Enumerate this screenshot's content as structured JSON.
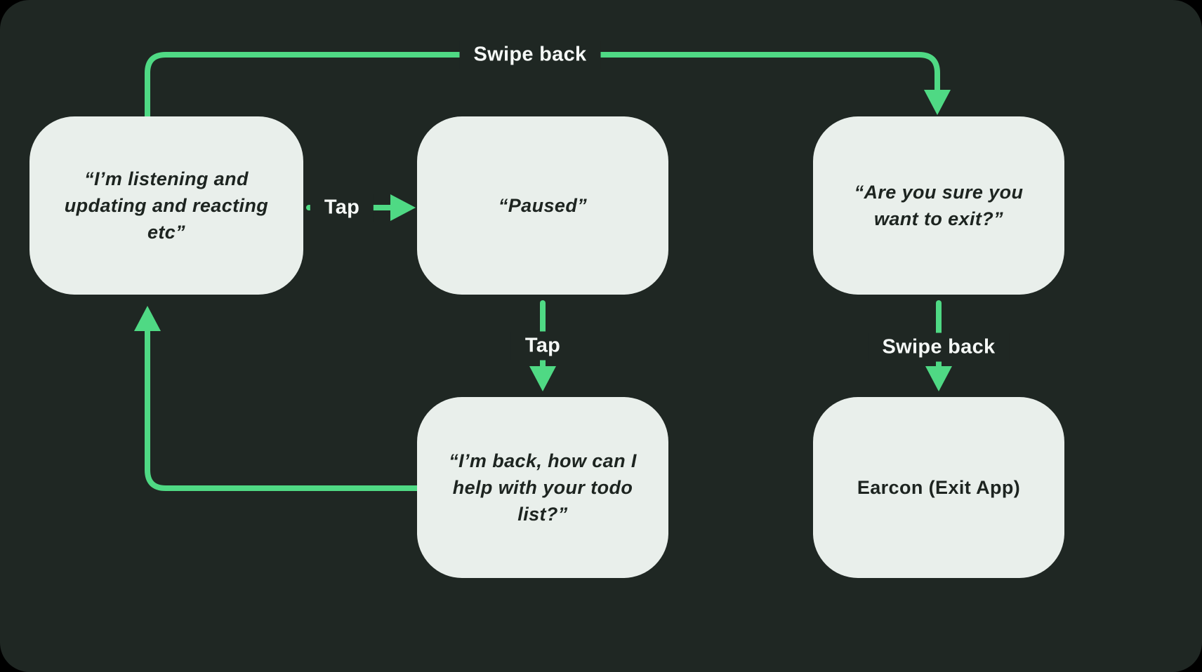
{
  "theme": {
    "background": "#1f2723",
    "node_fill": "#e9efeb",
    "node_text": "#1d2420",
    "arrow": "#4fd984",
    "label_text": "#f5f8f6"
  },
  "nodes": {
    "listening": {
      "text": "“I’m listening and updating and reacting etc”"
    },
    "paused": {
      "text": "“Paused”"
    },
    "exit_confirm": {
      "text": "“Are you sure you want to exit?”"
    },
    "back": {
      "text": "“I’m back, how can I help with your todo list?”"
    },
    "earcon": {
      "text": "Earcon (Exit App)"
    }
  },
  "edge_labels": {
    "swipe_back_top": "Swipe back",
    "tap_horizontal": "Tap",
    "tap_vertical": "Tap",
    "swipe_back_vertical": "Swipe back"
  }
}
